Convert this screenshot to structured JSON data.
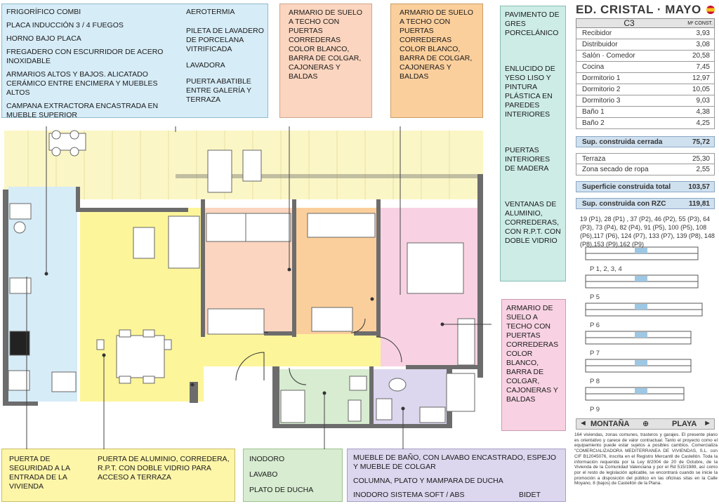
{
  "notes": {
    "kitchen_left": [
      "FRIGORÍFICO COMBI",
      "PLACA INDUCCIÓN 3 / 4 FUEGOS",
      "HORNO BAJO PLACA",
      "FREGADERO CON ESCURRIDOR DE ACERO INOXIDABLE",
      "ARMARIOS ALTOS Y BAJOS. ALICATADO CERÁMICO ENTRE ENCIMERA Y MUEBLES ALTOS",
      "CAMPANA EXTRACTORA ENCASTRADA EN MUEBLE SUPERIOR"
    ],
    "kitchen_right": [
      "AEROTERMIA",
      "PILETA DE LAVADERO DE PORCELANA VITRIFICADA",
      "LAVADORA",
      "PUERTA ABATIBLE ENTRE GALERÍA Y TERRAZA"
    ],
    "wardrobe_1": "ARMARIO DE SUELO A TECHO CON PUERTAS CORREDERAS COLOR BLANCO, BARRA DE COLGAR, CAJONERAS Y BALDAS",
    "wardrobe_2": "ARMARIO DE SUELO A TECHO CON PUERTAS CORREDERAS COLOR BLANCO, BARRA DE COLGAR, CAJONERAS Y BALDAS",
    "finishes": [
      "PAVIMENTO DE GRES PORCELÁNICO",
      "ENLUCIDO DE YESO LISO Y PINTURA PLÁSTICA EN PAREDES INTERIORES",
      "PUERTAS INTERIORES DE MADERA",
      "VENTANAS DE ALUMINIO, CORREDERAS, CON R.P.T. CON DOBLE VIDRIO"
    ],
    "wardrobe_3": "ARMARIO DE SUELO A TECHO CON PUERTAS CORREDERAS COLOR BLANCO, BARRA DE COLGAR, CAJONERAS Y BALDAS",
    "entrance_door": "PUERTA DE SEGURIDAD A LA ENTRADA DE LA VIVIENDA",
    "terrace_door": "PUERTA DE ALUMINIO, CORREDERA, R.P.T. CON DOBLE VIDRIO PARA ACCESO A TERRAZA",
    "bath_1": [
      "INODORO",
      "LAVABO",
      "PLATO DE DUCHA"
    ],
    "bath_2": [
      "MUEBLE DE BAÑO, CON LAVABO ENCASTRADO, ESPEJO Y MUEBLE DE COLGAR",
      "COLUMNA, PLATO Y MAMPARA DE DUCHA",
      "INODORO SISTEMA SOFT / ABS",
      "BIDET"
    ]
  },
  "panel": {
    "title": "ED. CRISTAL · MAYO 25",
    "unit": "C3",
    "unit_col": "M² CONST.",
    "rooms": [
      {
        "name": "Recibidor",
        "value": "3,93"
      },
      {
        "name": "Distribuidor",
        "value": "3,08"
      },
      {
        "name": "Salón · Comedor",
        "value": "20,58"
      },
      {
        "name": "Cocina",
        "value": "7,45"
      },
      {
        "name": "Dormitorio 1",
        "value": "12,97"
      },
      {
        "name": "Dormitorio 2",
        "value": "10,05"
      },
      {
        "name": "Dormitorio 3",
        "value": "9,03"
      },
      {
        "name": "Baño 1",
        "value": "4,38"
      },
      {
        "name": "Baño 2",
        "value": "4,25"
      }
    ],
    "closed": {
      "name": "Sup. construida cerrada",
      "value": "75,72"
    },
    "extras": [
      {
        "name": "Terraza",
        "value": "25,30"
      },
      {
        "name": "Zona secado de ropa",
        "value": "2,55"
      }
    ],
    "total": {
      "name": "Superficie construida total",
      "value": "103,57"
    },
    "rzc": {
      "name": "Sup. construida con RZC",
      "value": "119,81"
    },
    "units_list": "19 (P1), 28 (P1) , 37 (P2), 46 (P2), 55 (P3), 64 (P3), 73 (P4), 82 (P4), 91 (P5), 100 (P5), 108 (P6),117 (P6), 124 (P7), 133 (P7), 139 (P8), 148 (P8),153 (P9),162 (P9)",
    "floors": [
      "P 1, 2, 3, 4",
      "P 5",
      "P 6",
      "P 7",
      "P 8",
      "P 9"
    ],
    "orient_left": "MONTAÑA",
    "orient_right": "PLAYA",
    "legal": "164 viviendas, zonas comunes, trasteros y garajes. El presente plano es orientativo y carece de valor contractual. Tanto el proyecto como el equipamiento puede estar sujetos a posibles cambios. Comercializa \"COMERCIALIZADORA MEDITERRANEA DE VIVIENDAS, S.L. con CIF B12045076, inscrita en el Registro Mercantil de Castellón. Toda la información requerida por la Ley 8/2004 de 20 de Octubre, de la Vivienda de la Comunidad Valenciana y por el Rd 515/1989, así como por el resto de legislación aplicable, se encontrará cuando se inicie la promoción a disposición del público en las oficinas sitas en la Calle Moyano, 8 (bajos) de Castellón de la Plana."
  },
  "colors": {
    "blue": "#d6ecf7",
    "peach": "#fbd5bf",
    "orange": "#fbcf9c",
    "teal": "#cdece6",
    "pink": "#f8d2e2",
    "yellow": "#fdf5a8",
    "green": "#d7ecd0",
    "lavender": "#dcd6ee"
  }
}
